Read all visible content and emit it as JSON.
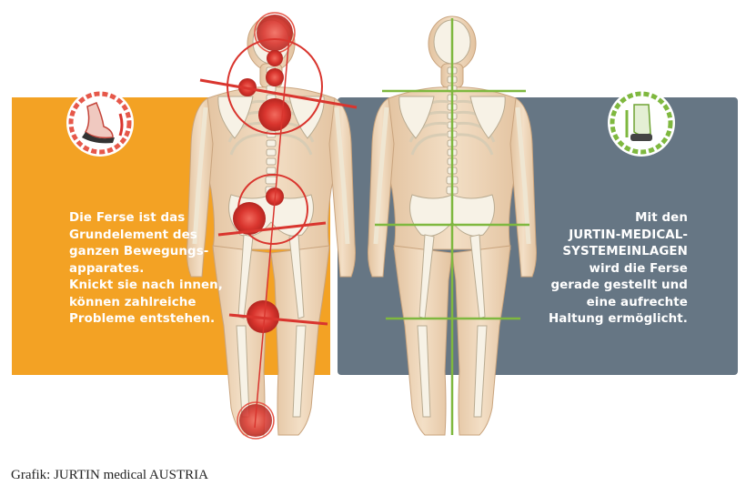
{
  "colors": {
    "orange_panel": "#f3a224",
    "slate_panel": "#667684",
    "problem_red": "#d9352e",
    "correction_green": "#7fb83f",
    "skin": "#edd5b8",
    "bone": "#f7f2e6"
  },
  "left_panel": {
    "icon": "heel-tilted-red-icon",
    "lines": [
      "Die Ferse ist das",
      "Grundelement des",
      "ganzen Bewegungs-",
      "apparates.",
      "Knickt sie nach innen,",
      "können zahlreiche",
      "Probleme entstehen."
    ]
  },
  "right_panel": {
    "icon": "heel-straight-green-icon",
    "lines": [
      "Mit den",
      "JURTIN-MEDICAL-",
      "SYSTEMEINLAGEN",
      "wird die Ferse",
      "gerade gestellt und",
      "eine aufrechte",
      "Haltung ermöglicht."
    ]
  },
  "credit": "Grafik: JURTIN medical AUSTRIA"
}
